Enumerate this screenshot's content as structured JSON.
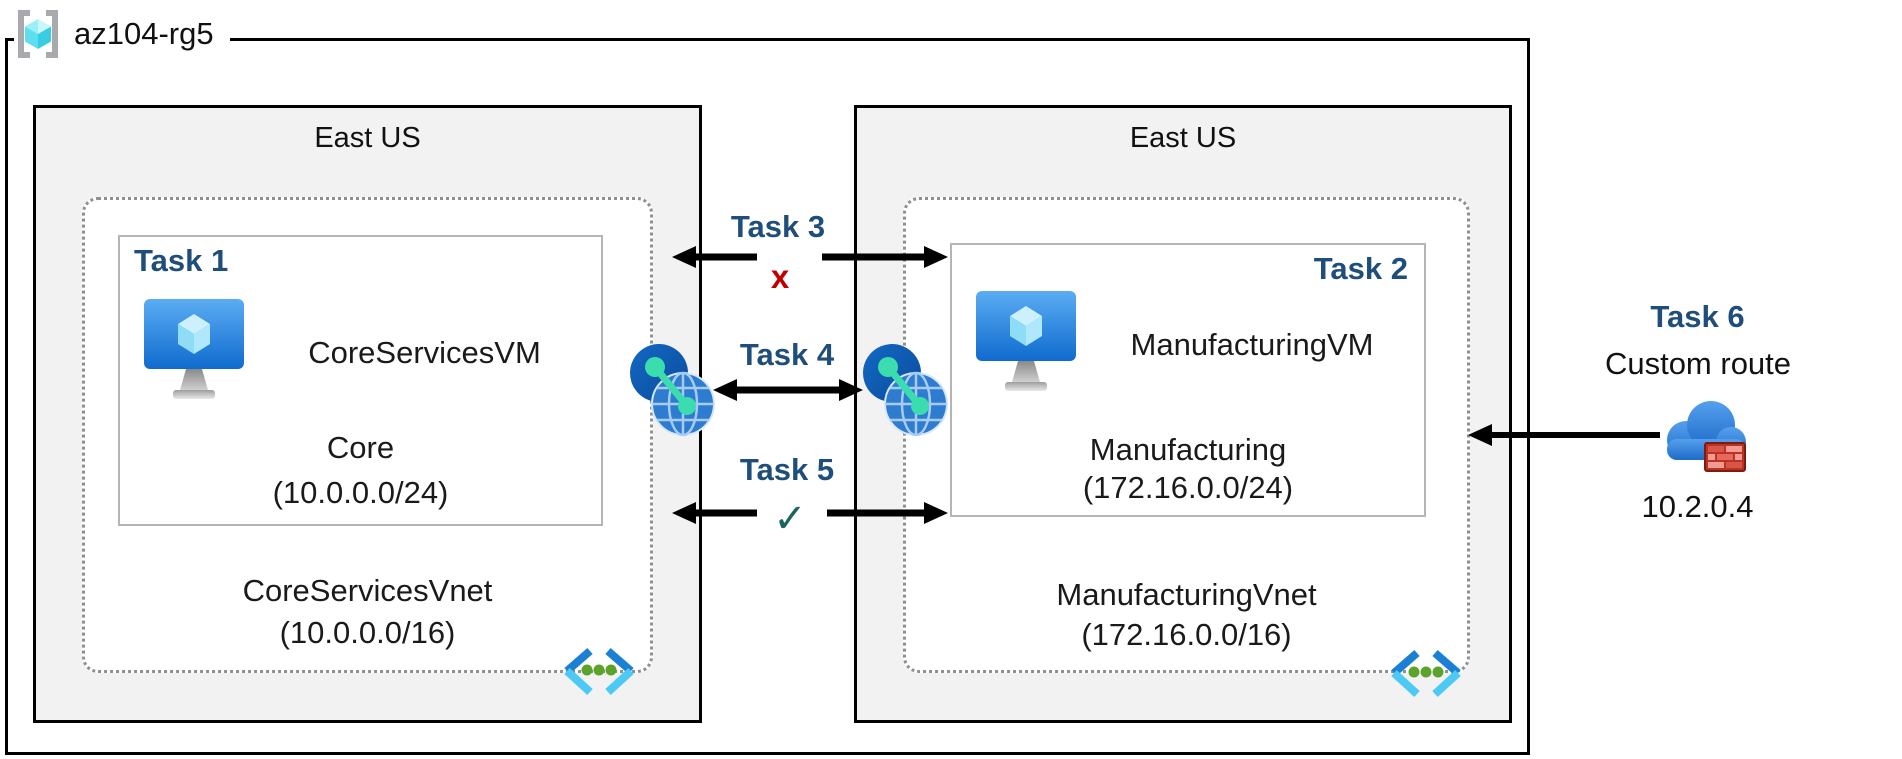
{
  "resource_group": {
    "name": "az104-rg5"
  },
  "regions": [
    {
      "title": "East US",
      "subnet": {
        "task_label": "Task 1",
        "vm_name": "CoreServicesVM",
        "name": "Core",
        "cidr": "(10.0.0.0/24)"
      },
      "vnet_name": "CoreServicesVnet",
      "vnet_cidr": "(10.0.0.0/16)"
    },
    {
      "title": "East US",
      "subnet": {
        "task_label": "Task 2",
        "vm_name": "ManufacturingVM",
        "name": "Manufacturing",
        "cidr": "(172.16.0.0/24)"
      },
      "vnet_name": "ManufacturingVnet",
      "vnet_cidr": "(172.16.0.0/16)"
    }
  ],
  "connections": [
    {
      "label": "Task 3",
      "status": "x"
    },
    {
      "label": "Task 4",
      "status": ""
    },
    {
      "label": "Task 5",
      "status": "✓"
    }
  ],
  "custom_route": {
    "task_label": "Task 6",
    "description": "Custom route",
    "ip": "10.2.0.4"
  },
  "colors": {
    "task_label": "#1e4e79",
    "blocked_x": "#c00000",
    "check": "#1d655a",
    "region_fill": "#f2f2f2",
    "arrow": "#000000"
  }
}
